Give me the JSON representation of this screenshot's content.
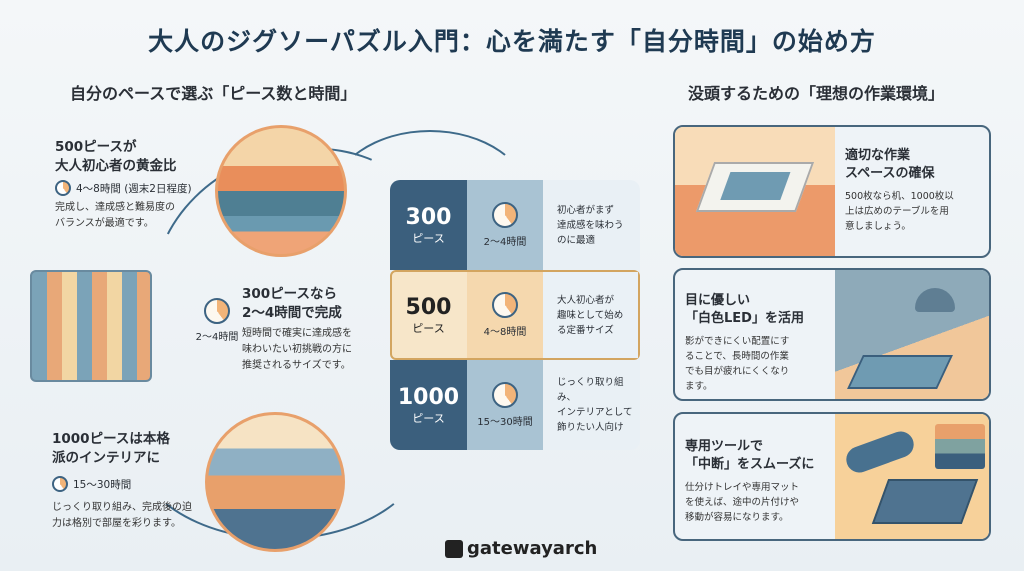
{
  "title": "大人のジグソーパズル入門：心を満たす「自分時間」の始め方",
  "left": {
    "heading": "自分のペースで選ぶ「ピース数と時間」",
    "block500": {
      "title1": "500ピースが",
      "title2": "大人初心者の黄金比",
      "time": "4〜8時間 (週末2日程度)",
      "desc1": "完成し、達成感と難易度の",
      "desc2": "バランスが最適です。"
    },
    "block300": {
      "clock_label": "2〜4時間",
      "title1": "300ピースなら",
      "title2": "2〜4時間で完成",
      "desc1": "短時間で確実に達成感を",
      "desc2": "味わいたい初挑戦の方に",
      "desc3": "推奨されるサイズです。"
    },
    "block1000": {
      "title1": "1000ピースは本格",
      "title2": "派のインテリアに",
      "time": "15〜30時間",
      "desc1": "じっくり取り組み、完成後の迫",
      "desc2": "力は格別で部屋を彩ります。"
    }
  },
  "table": [
    {
      "count": "300",
      "unit": "ピース",
      "time": "2〜4時間",
      "desc": [
        "初心者がまず",
        "達成感を味わう",
        "のに最適"
      ]
    },
    {
      "count": "500",
      "unit": "ピース",
      "time": "4〜8時間",
      "desc": [
        "大人初心者が",
        "趣味として始め",
        "る定番サイズ"
      ]
    },
    {
      "count": "1000",
      "unit": "ピース",
      "time": "15〜30時間",
      "desc": [
        "じっくり取り組み、",
        "インテリアとして",
        "飾りたい人向け"
      ]
    }
  ],
  "right": {
    "heading": "没頭するための「理想の作業環境」",
    "cards": [
      {
        "title": [
          "適切な作業",
          "スペースの確保"
        ],
        "body": [
          "500枚なら机、1000枚以",
          "上は広めのテーブルを用",
          "意しましょう。"
        ]
      },
      {
        "title": [
          "目に優しい",
          "「白色LED」を活用"
        ],
        "body": [
          "影ができにくい配置にす",
          "ることで、長時間の作業",
          "でも目が疲れにくくなり",
          "ます。"
        ]
      },
      {
        "title": [
          "専用ツールで",
          "「中断」をスムーズに"
        ],
        "body": [
          "仕分けトレイや専用マット",
          "を使えば、途中の片付けや",
          "移動が容易になります。"
        ]
      }
    ]
  },
  "watermark": "gatewayarch",
  "colors": {
    "navy": "#3b5f7d",
    "lightblue": "#a9c3d3",
    "cream": "#f7e6c9",
    "orange": "#e8a06b"
  }
}
